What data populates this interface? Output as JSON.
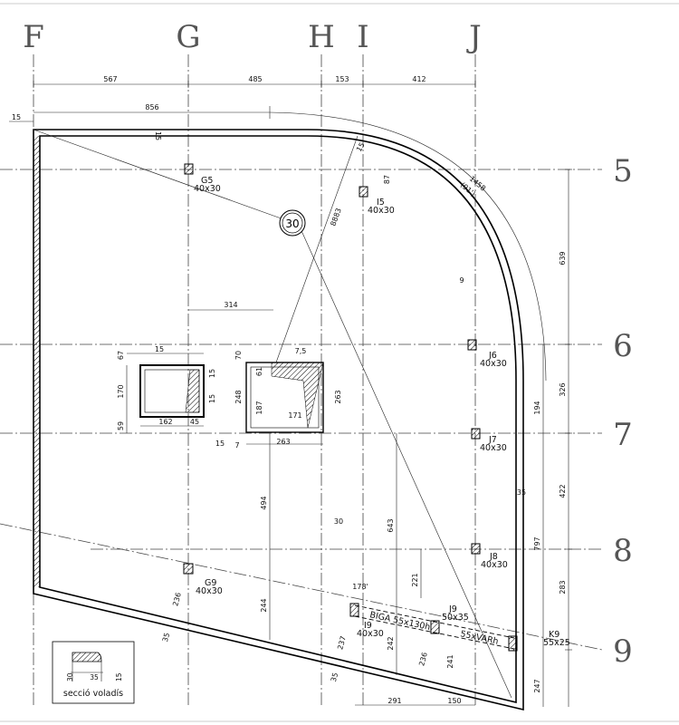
{
  "axes": {
    "vertical": [
      "F",
      "G",
      "H",
      "I",
      "J"
    ],
    "horizontal": [
      "5",
      "6",
      "7",
      "8",
      "9"
    ]
  },
  "top_dims": [
    "567",
    "485",
    "153",
    "412"
  ],
  "misc_dims": {
    "d15_left": "15",
    "d856": "856",
    "d15_top": "15",
    "d1458": "1458",
    "d91": "(91')",
    "d8883": "8883",
    "d87": "87",
    "d639": "639",
    "d9": "9",
    "d326": "326",
    "d194": "194",
    "d35_right": "35",
    "d422": "422",
    "d797": "797",
    "d283": "283",
    "d247": "247",
    "d314": "314",
    "d67": "67",
    "d15_open1": "15",
    "d170": "170",
    "d59": "59",
    "d162": "162",
    "d45": "45",
    "d15_b": "15",
    "d15_c": "15",
    "d15_d": "15",
    "d70": "70",
    "d75": "7,5",
    "d248": "248",
    "d61": "61",
    "d187": "187",
    "d171": "171",
    "d263_v": "263",
    "d263_h": "263",
    "d7": "7",
    "d15_e": "15",
    "d494": "494",
    "d643": "643",
    "d30": "30",
    "d221": "221",
    "d236_left": "236",
    "d244": "244",
    "d35_left": "35",
    "d178": "178'",
    "d237": "237",
    "d242": "242",
    "d236_mid": "236",
    "d241": "241",
    "d35_bottom": "35",
    "d291": "291",
    "d150": "150"
  },
  "callout": "30",
  "columns": [
    {
      "name": "G5",
      "size": "40x30"
    },
    {
      "name": "I5",
      "size": "40x30"
    },
    {
      "name": "J6",
      "size": "40x30"
    },
    {
      "name": "J7",
      "size": "40x30"
    },
    {
      "name": "J8",
      "size": "40x30"
    },
    {
      "name": "G9",
      "size": "40x30"
    },
    {
      "name": "I9",
      "size": "40x30"
    },
    {
      "name": "J9",
      "size": "50x35"
    },
    {
      "name": "K9",
      "size": "55x25"
    }
  ],
  "beams": {
    "beam1": "BIGA 55x130h",
    "beam2": "55xVARh"
  },
  "detail": {
    "caption": "secció voladís",
    "d30": "30",
    "d35": "35",
    "d15": "15"
  }
}
